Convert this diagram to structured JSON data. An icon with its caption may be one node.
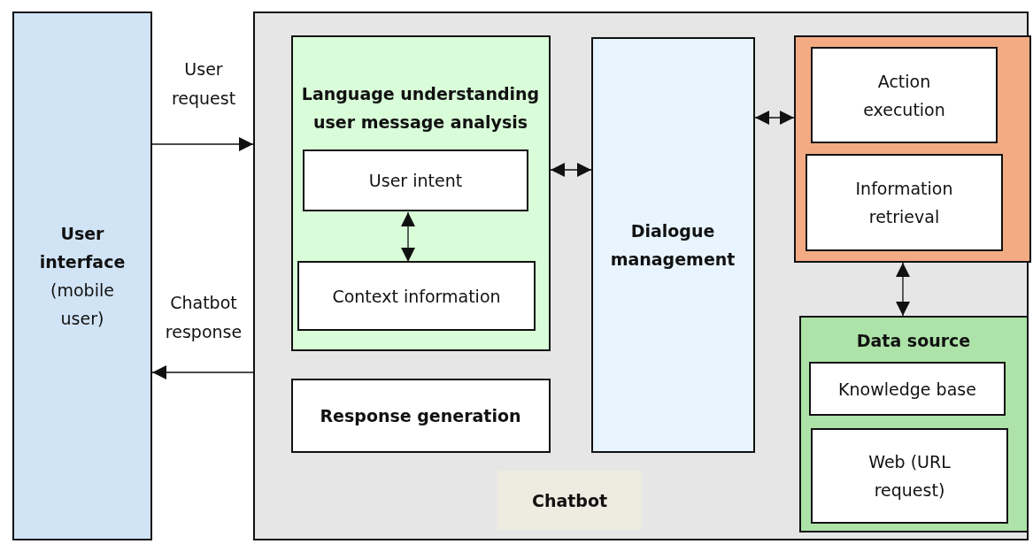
{
  "diagram": {
    "nodes": [
      {
        "text": [
          "User interface",
          "(mobile user)"
        ]
      },
      {
        "text": [
          "Chatbot"
        ]
      },
      {
        "text": [
          "Language understanding user message analysis"
        ],
        "in": 1
      },
      {
        "text": [
          "User intent"
        ],
        "in": 2
      },
      {
        "text": [
          "Context information"
        ],
        "in": 2
      },
      {
        "text": [
          "Response generation"
        ],
        "in": 1
      },
      {
        "text": [
          "Dialogue management"
        ],
        "in": 1
      },
      {
        "text": [],
        "shape": "box",
        "in": 1
      },
      {
        "text": [
          "Action execution"
        ],
        "in": 7
      },
      {
        "text": [
          "Information retrieval"
        ],
        "in": 7
      },
      {
        "text": [
          "Data source"
        ],
        "in": 1
      },
      {
        "text": [
          "Knowledge base"
        ],
        "in": 10
      },
      {
        "text": [
          "Web (URL request)"
        ],
        "in": 10
      }
    ],
    "edges": [
      {
        "from": 0,
        "to": 1,
        "arrow": "to",
        "label": "User request"
      },
      {
        "from": 1,
        "to": 0,
        "arrow": "to",
        "label": "Chatbot response"
      },
      {
        "from": 3,
        "to": 4,
        "arrow": "both"
      },
      {
        "from": 2,
        "to": 6,
        "arrow": "both"
      },
      {
        "from": 6,
        "to": 7,
        "arrow": "both"
      },
      {
        "from": 7,
        "to": 10,
        "arrow": "both"
      }
    ]
  }
}
